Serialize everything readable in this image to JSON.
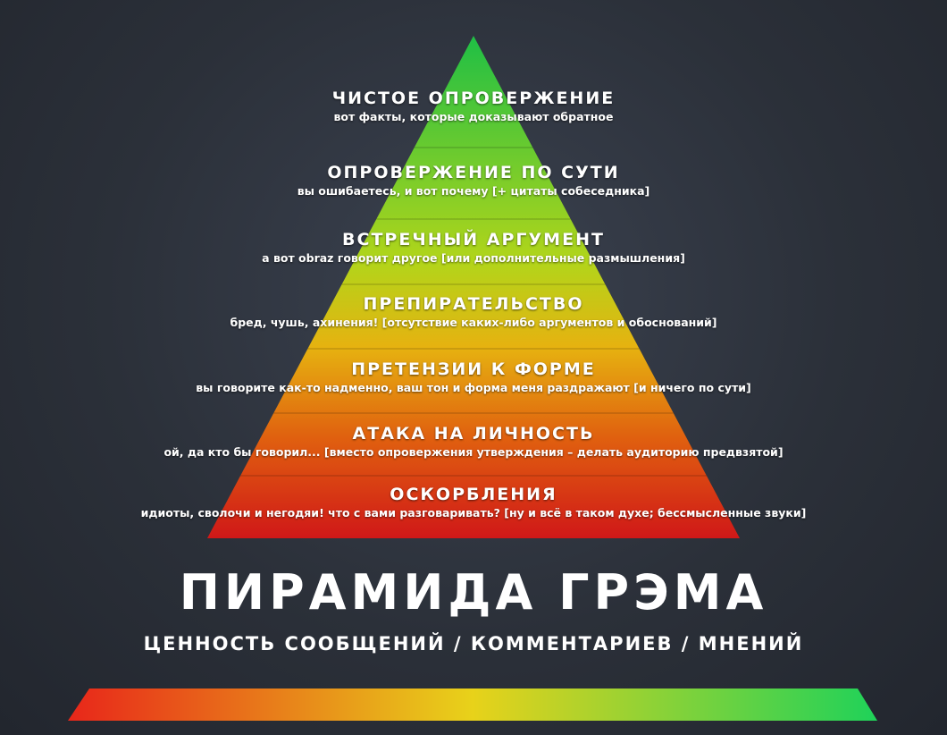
{
  "levels": [
    {
      "title": "ЧИСТОЕ ОПРОВЕРЖЕНИЕ",
      "desc": "вот факты, которые доказывают обратное",
      "color": "#1fc241"
    },
    {
      "title": "ОПРОВЕРЖЕНИЕ ПО СУТИ",
      "desc": "вы ошибаетесь, и вот почему [+ цитаты собеседника]",
      "color": "#49c82a"
    },
    {
      "title": "ВСТРЕЧНЫЙ АРГУМЕНТ",
      "desc": "а вот obraz говорит другое [или дополнительные размышления]",
      "color": "#8fd21c"
    },
    {
      "title": "ПРЕПИРАТЕЛЬСТВО",
      "desc": "бред, чушь, ахинения! [отсутствие каких-либо аргументов и обоснований]",
      "color": "#d3cf14"
    },
    {
      "title": "ПРЕТЕНЗИИ К ФОРМЕ",
      "desc": "вы говорите как-то надменно, ваш тон и форма меня раздражают [и ничего по сути]",
      "color": "#e8a30f"
    },
    {
      "title": "АТАКА НА ЛИЧНОСТЬ",
      "desc": "ой, да кто бы говорил... [вместо опровержения утверждения – делать аудиторию предвзятой]",
      "color": "#e0630f"
    },
    {
      "title": "ОСКОРБЛЕНИЯ",
      "desc": "идиоты, сволочи и негодяи! что с вами разговаривать? [ну и всё в таком духе; бессмысленные звуки]",
      "color": "#cf1a17"
    }
  ],
  "title": "ПИРАМИДА ГРЭМА",
  "subtitle": "ЦЕННОСТЬ СООБЩЕНИЙ / КОММЕНТАРИЕВ / МНЕНИЙ",
  "colors": {
    "background": "#2b3039",
    "scale_start": "#e8261a",
    "scale_mid": "#e8d21a",
    "scale_end": "#1fd259",
    "text": "#ffffff"
  }
}
